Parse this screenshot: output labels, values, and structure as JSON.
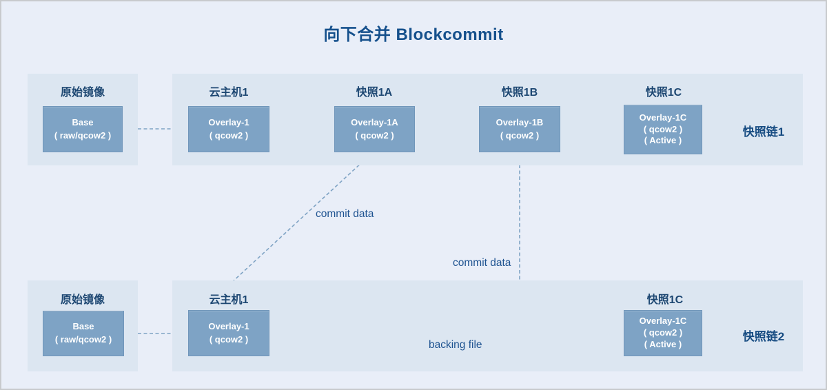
{
  "title": "向下合并 Blockcommit",
  "colors": {
    "canvas-bg": "#e9eef8",
    "frame-border": "#c8cacd",
    "panel-bg": "#dce6f1",
    "box-fill": "#7ea3c5",
    "box-border": "#7096ba",
    "box-text": "#ffffff",
    "title-text": "#15508c",
    "label-text": "#1d4772",
    "chain-label-text": "#174c82",
    "annotation-text": "#1d5290",
    "arrow-stroke": "#7fa3c4",
    "arrow-head": "#5d88b0"
  },
  "chain1": {
    "chain_label": "快照链1",
    "base": {
      "label": "原始镜像",
      "box": [
        "Base",
        "( raw/qcow2 )"
      ]
    },
    "nodes": [
      {
        "label": "云主机1",
        "box": [
          "Overlay-1",
          "( qcow2 )"
        ]
      },
      {
        "label": "快照1A",
        "box": [
          "Overlay-1A",
          "( qcow2 )"
        ]
      },
      {
        "label": "快照1B",
        "box": [
          "Overlay-1B",
          "( qcow2 )"
        ]
      },
      {
        "label": "快照1C",
        "box": [
          "Overlay-1C",
          "( qcow2 )",
          "( Active )"
        ]
      }
    ]
  },
  "chain2": {
    "chain_label": "快照链2",
    "base": {
      "label": "原始镜像",
      "box": [
        "Base",
        "( raw/qcow2 )"
      ]
    },
    "nodes": [
      {
        "label": "云主机1",
        "box": [
          "Overlay-1",
          "( qcow2 )"
        ]
      },
      {
        "label": "快照1C",
        "box": [
          "Overlay-1C",
          "( qcow2 )",
          "( Active )"
        ]
      }
    ]
  },
  "annotations": {
    "commit_data_a": "commit data",
    "commit_data_b": "commit data",
    "backing_file": "backing file"
  }
}
